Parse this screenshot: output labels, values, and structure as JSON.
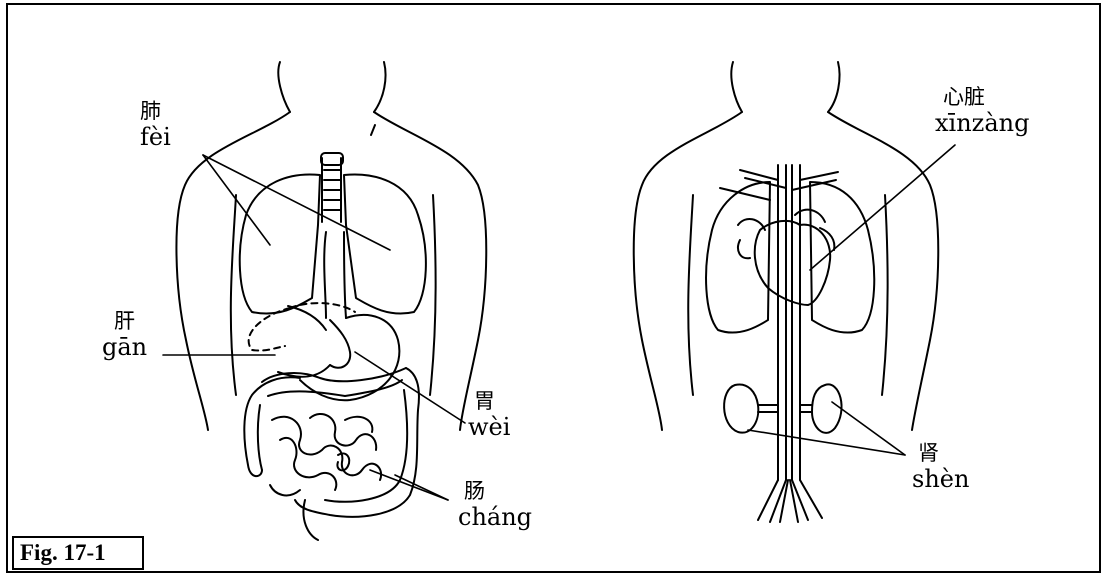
{
  "figure": {
    "label": "Fig. 17-1"
  },
  "labels": {
    "fei": {
      "hanzi": "肺",
      "pinyin": "fèi"
    },
    "gan": {
      "hanzi": "肝",
      "pinyin": "gān"
    },
    "wei": {
      "hanzi": "胃",
      "pinyin": "wèi"
    },
    "chang": {
      "hanzi": "肠",
      "pinyin": "cháng"
    },
    "xinzang": {
      "hanzi": "心脏",
      "pinyin": "xīnzàng"
    },
    "shen": {
      "hanzi": "肾",
      "pinyin": "shèn"
    }
  }
}
